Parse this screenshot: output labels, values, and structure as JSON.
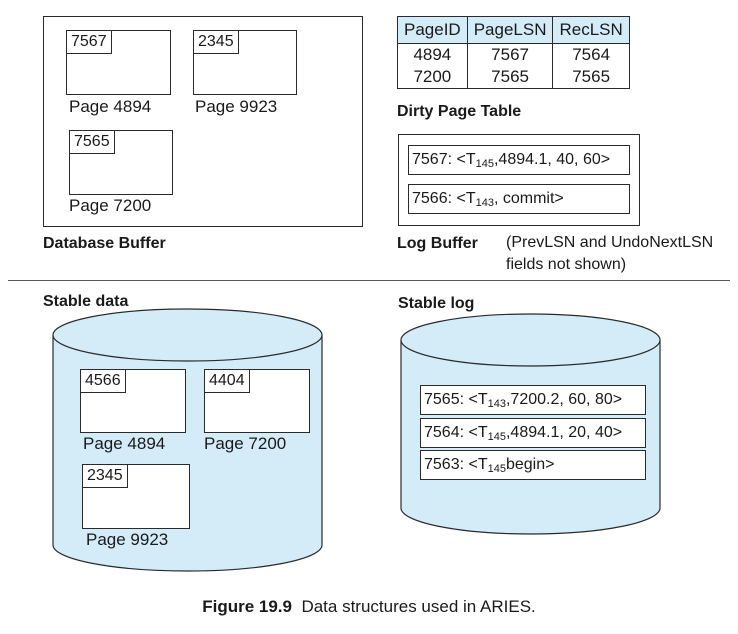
{
  "database_buffer": {
    "label": "Database Buffer",
    "pages": [
      {
        "lsn": "7567",
        "label": "Page 4894"
      },
      {
        "lsn": "2345",
        "label": "Page 9923"
      },
      {
        "lsn": "7565",
        "label": "Page 7200"
      }
    ]
  },
  "dirty_page_table": {
    "label": "Dirty Page Table",
    "headers": [
      "PageID",
      "PageLSN",
      "RecLSN"
    ],
    "rows": [
      [
        "4894",
        "7567",
        "7564"
      ],
      [
        "7200",
        "7565",
        "7565"
      ]
    ]
  },
  "log_buffer": {
    "label": "Log Buffer",
    "note": "(PrevLSN and UndoNextLSN fields not shown)",
    "records": [
      {
        "lsn": "7567",
        "txn": "145",
        "body": "4894.1, 40, 60>"
      },
      {
        "lsn": "7566",
        "txn": "143",
        "body": ", commit>"
      }
    ]
  },
  "stable_data": {
    "label": "Stable data",
    "pages": [
      {
        "lsn": "4566",
        "label": "Page 4894"
      },
      {
        "lsn": "4404",
        "label": "Page 7200"
      },
      {
        "lsn": "2345",
        "label": "Page 9923"
      }
    ]
  },
  "stable_log": {
    "label": "Stable log",
    "records": [
      {
        "lsn": "7565",
        "txn": "143",
        "body": "7200.2, 60, 80>"
      },
      {
        "lsn": "7564",
        "txn": "145",
        "body": "4894.1, 20, 40>"
      },
      {
        "lsn": "7563",
        "txn": "145",
        "body": "begin>"
      }
    ]
  },
  "caption": {
    "number": "Figure 19.9",
    "text": "Data structures used in ARIES."
  },
  "colors": {
    "cylinder_fill": "#d3ecf7",
    "outline": "#2a2a2a"
  }
}
